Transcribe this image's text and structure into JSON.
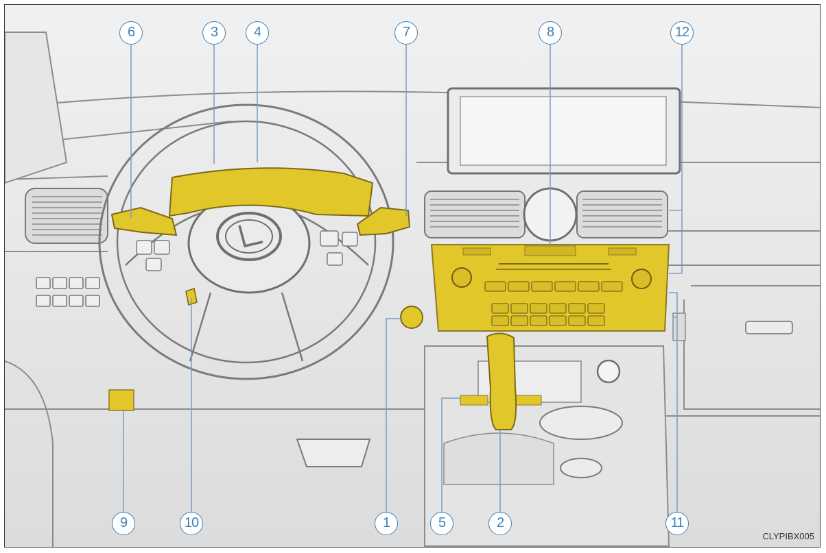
{
  "figure": {
    "code": "CLYPIBX005",
    "highlight_color": "#e2c72a",
    "line_color": "#7a7a7a",
    "callout_color": "#3e80b8"
  },
  "callouts": [
    {
      "id": "1",
      "label": "1"
    },
    {
      "id": "2",
      "label": "2"
    },
    {
      "id": "3",
      "label": "3"
    },
    {
      "id": "4",
      "label": "4"
    },
    {
      "id": "5",
      "label": "5"
    },
    {
      "id": "6",
      "label": "6"
    },
    {
      "id": "7",
      "label": "7"
    },
    {
      "id": "8",
      "label": "8"
    },
    {
      "id": "9",
      "label": "9"
    },
    {
      "id": "10",
      "label": "10"
    },
    {
      "id": "11",
      "label": "11"
    },
    {
      "id": "12",
      "label": "12"
    }
  ]
}
